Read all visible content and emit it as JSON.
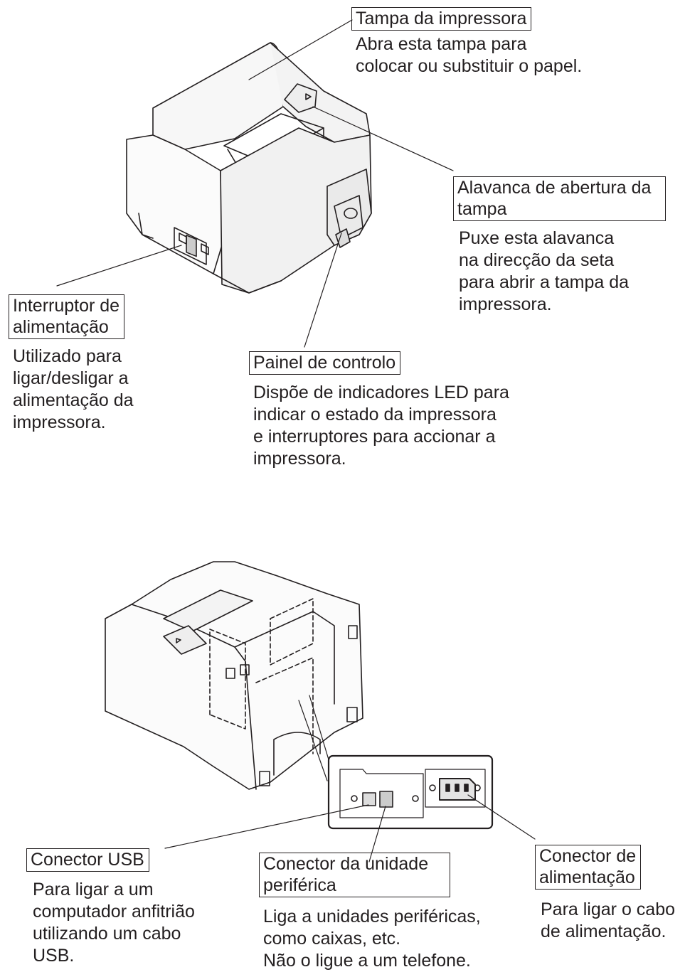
{
  "callouts": {
    "tampa": {
      "label": "Tampa da impressora",
      "desc": "Abra esta tampa para\ncolocar ou substituir o papel."
    },
    "alavanca": {
      "label": "Alavanca de abertura da\ntampa",
      "desc": "Puxe esta alavanca\nna direcção da seta\npara abrir a tampa da\nimpressora."
    },
    "interruptor": {
      "label": "Interruptor de\nalimentação",
      "desc": "Utilizado para\nligar/desligar a\nalimentação da\nimpressora."
    },
    "painel": {
      "label": "Painel de controlo",
      "desc": "Dispõe de indicadores LED para\nindicar o estado da impressora\ne interruptores para accionar a\nimpressora."
    },
    "usb": {
      "label": "Conector USB",
      "desc": "Para ligar a um\ncomputador anfitrião\nutilizando um cabo\nUSB."
    },
    "periferica": {
      "label": "Conector da unidade\nperiférica",
      "desc": "Liga a unidades periféricas,\ncomo caixas, etc.\nNão o ligue a um telefone."
    },
    "alimentacao": {
      "label": "Conector de\nalimentação",
      "desc": "Para ligar o cabo\nde alimentação."
    }
  }
}
